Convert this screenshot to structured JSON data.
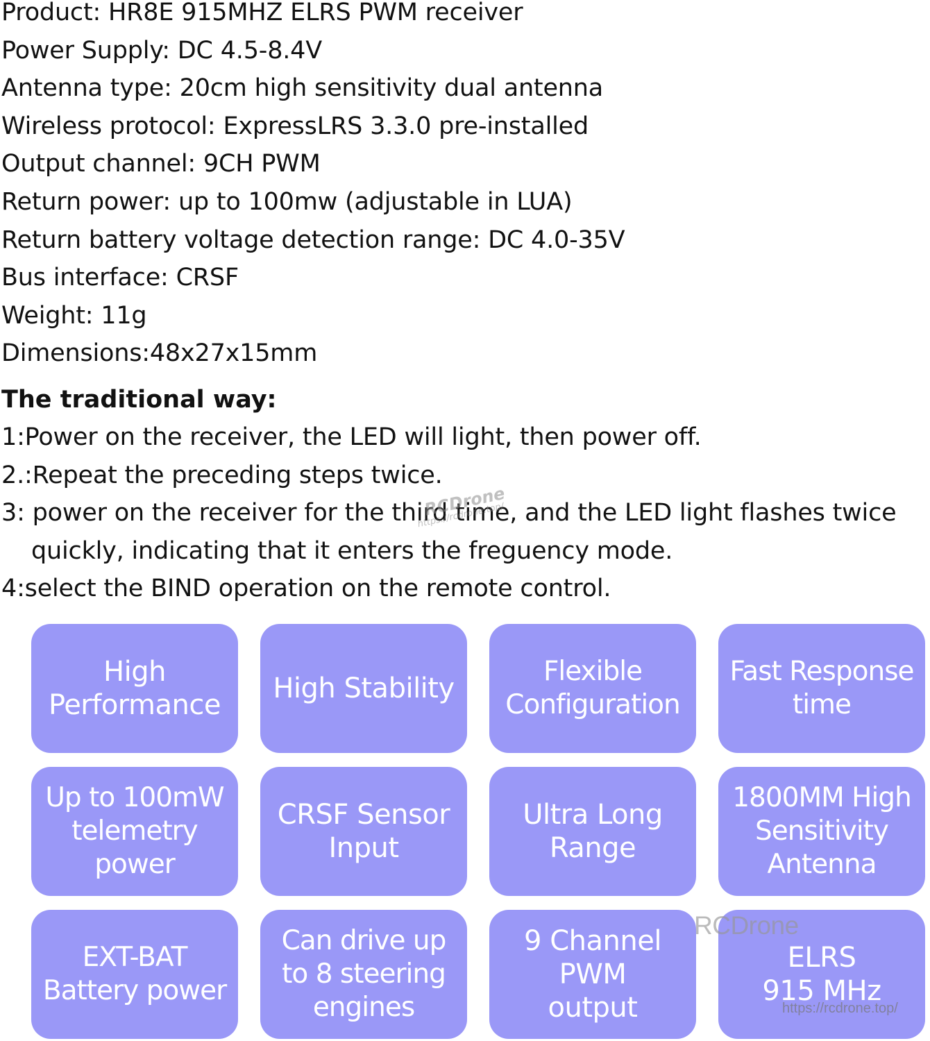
{
  "specs": [
    "Product: HR8E 915MHZ ELRS PWM receiver",
    "Power Supply: DC 4.5-8.4V",
    "Antenna type: 20cm high sensitivity dual antenna",
    "Wireless protocol: ExpressLRS 3.3.0 pre-installed",
    "Output channel: 9CH PWM",
    "Return power: up to 100mw (adjustable in LUA)",
    "Return battery voltage detection range: DC 4.0-35V",
    "Bus interface: CRSF",
    "Weight: 11g",
    "Dimensions:48x27x15mm"
  ],
  "binding": {
    "title": "The traditional way:",
    "steps": [
      {
        "text": "1:Power on the receiver, the LED will light, then power off."
      },
      {
        "text": "2.:Repeat the preceding steps twice."
      },
      {
        "text": "3: power on the receiver for the third time, and the LED light flashes twice",
        "continuation": "quickly, indicating that it enters the freguency mode."
      },
      {
        "text": "4:select the BIND operation on the remote control."
      }
    ]
  },
  "features": [
    "High\nPerformance",
    "High Stability",
    "Flexible\nConfiguration",
    "Fast Response\ntime",
    "Up to 100mW\ntelemetry\npower",
    "CRSF Sensor\nInput",
    "Ultra Long\nRange",
    "1800MM High\nSensitivity\nAntenna",
    "EXT-BAT\nBattery power",
    "Can drive up\nto 8 steering\nengines",
    "9 Channel\nPWM\noutput",
    "ELRS\n915 MHz"
  ],
  "watermarks": {
    "brand": "RCDrone",
    "url": "https://rcdrone.top/"
  },
  "colors": {
    "tile_bg": "#9a98f7",
    "tile_text": "#ffffff",
    "body_text": "#111111"
  }
}
